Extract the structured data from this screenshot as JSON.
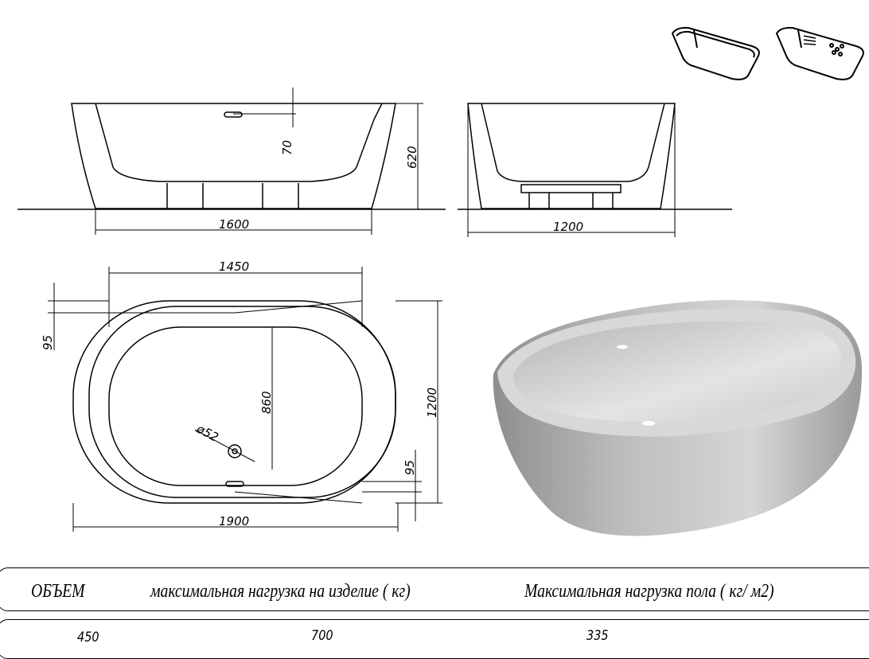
{
  "drawings": {
    "front_view": {
      "length": "1600",
      "height": "620",
      "overflow_offset": "70"
    },
    "side_view": {
      "width": "1200"
    },
    "plan_view": {
      "inner_length": "1450",
      "outer_length": "1900",
      "outer_width": "1200",
      "inner_width": "860",
      "rim_left": "95",
      "rim_right": "95",
      "drain_diameter": "ø52"
    },
    "icons": [
      "bathtub-icon",
      "hydromassage-bathtub-icon"
    ]
  },
  "specs_table": {
    "headers": [
      "ОБЪЕМ",
      "максимальная нагрузка на изделие ( кг)",
      "Максимальная нагрузка пола ( кг/ м2)"
    ],
    "values": [
      "450",
      "700",
      "335"
    ]
  }
}
